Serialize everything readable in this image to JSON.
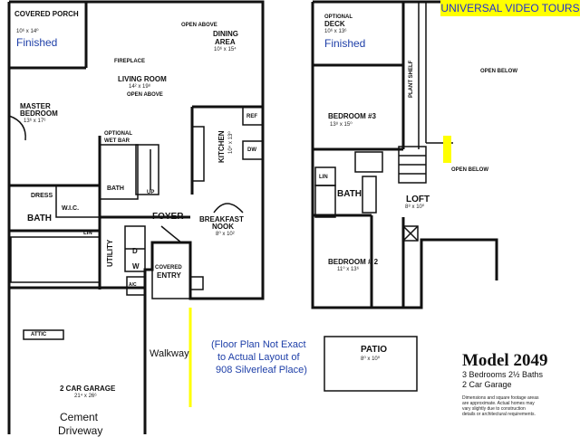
{
  "brand": "UNIVERSAL VIDEO TOURS",
  "first_floor": {
    "covered_porch": {
      "name": "COVERED PORCH",
      "name2": "PORCH",
      "size": "10⁶ x 14⁰",
      "status": "Finished"
    },
    "dining": {
      "open_above": "OPEN ABOVE",
      "name": "DINING",
      "name2": "AREA",
      "size": "10⁶ x 15⁴"
    },
    "fireplace": "FIREPLACE",
    "living": {
      "name": "LIVING ROOM",
      "size": "14² x 19⁸",
      "open_above": "OPEN ABOVE"
    },
    "master": {
      "name": "MASTER",
      "name2": "BEDROOM",
      "size": "13⁶ x 17⁶"
    },
    "wet_bar": {
      "line1": "OPTIONAL",
      "line2": "WET BAR"
    },
    "bath_small": "BATH",
    "up": "UP",
    "kitchen": {
      "name": "KITCHEN",
      "size": "10⁴ x 13⁰",
      "ref": "REF",
      "dw": "DW"
    },
    "dress": "DRESS",
    "wic": "W.I.C.",
    "bath_master": "BATH",
    "lin": "LIN",
    "utility": "UTILITY",
    "foyer": "FOYER",
    "dryer": "D",
    "washer": "W",
    "breakfast": {
      "name": "BREAKFAST",
      "name2": "NOOK",
      "size": "8⁰ x 10²"
    },
    "covered_entry": {
      "line1": "COVERED",
      "line2": "ENTRY"
    },
    "ac": "A/C",
    "attic": "ATTIC",
    "garage": {
      "name": "2 CAR GARAGE",
      "size": "21⁴ x 26⁶"
    },
    "walkway": "Walkway",
    "cement": "Cement",
    "driveway": "Driveway"
  },
  "second_floor": {
    "deck": {
      "line1": "OPTIONAL",
      "line2": "DECK",
      "size": "10⁶ x 13⁶",
      "status": "Finished"
    },
    "plant_shelf": "PLANT SHELF",
    "open_below": "OPEN BELOW",
    "open_below2": "OPEN BELOW",
    "bedroom3": {
      "name": "BEDROOM #3",
      "size": "13⁸ x 15⁰"
    },
    "lin": "LIN",
    "bath": "BATH",
    "loft": {
      "name": "LOFT",
      "size": "8⁸ x 10⁰"
    },
    "bedroom2": {
      "name": "BEDROOM # 2",
      "size": "11⁰ x 13⁶"
    }
  },
  "patio": {
    "name": "PATIO",
    "size": "8⁰ x 10⁰"
  },
  "note": {
    "line1": "(Floor Plan Not Exact",
    "line2": "to Actual Layout of",
    "line3": "908 Silverleaf Place)"
  },
  "model": {
    "name": "Model 2049",
    "line1": "3 Bedrooms 2½ Baths",
    "line2": "2 Car Garage"
  },
  "disclaimer": {
    "line1": "Dimensions and square footage areas",
    "line2": "are approximate. Actual homes may",
    "line3": "vary slightly due to construction",
    "line4": "details or architectural requirements."
  },
  "colors": {
    "walls": "#111111",
    "yellow": "#ffff00",
    "blue_text": "#1e3fa8"
  }
}
